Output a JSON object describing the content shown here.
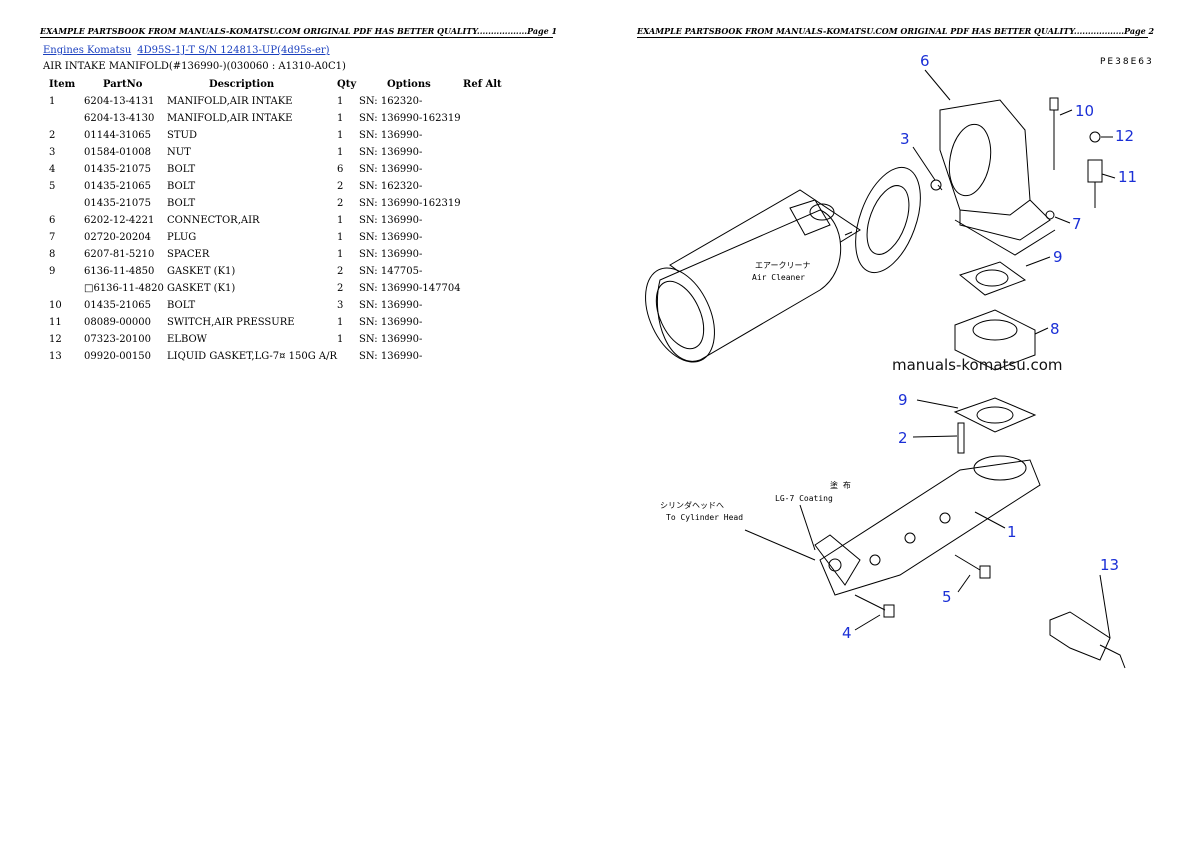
{
  "header": {
    "page1": "EXAMPLE PARTSBOOK FROM MANUALS-KOMATSU.COM ORIGINAL PDF HAS BETTER QUALITY..................Page 1",
    "page2": "EXAMPLE PARTSBOOK FROM MANUALS-KOMATSU.COM ORIGINAL PDF HAS BETTER QUALITY..................Page 2"
  },
  "breadcrumb": {
    "link1": "Engines Komatsu",
    "link2": "4D95S-1J-T S/N 124813-UP(4d95s-er)"
  },
  "subtitle": "AIR INTAKE MANIFOLD(#136990-)(030060 : A1310-A0C1)",
  "table": {
    "headers": {
      "item": "Item",
      "partno": "PartNo",
      "description": "Description",
      "qty": "Qty",
      "options": "Options",
      "ref": "Ref Alt"
    },
    "rows": [
      {
        "item": "1",
        "partno": "6204-13-4131",
        "description": "MANIFOLD,AIR INTAKE",
        "qty": "1",
        "options": "SN: 162320-",
        "ref": ""
      },
      {
        "item": "",
        "partno": "6204-13-4130",
        "description": "MANIFOLD,AIR INTAKE",
        "qty": "1",
        "options": "SN: 136990-162319",
        "ref": ""
      },
      {
        "item": "2",
        "partno": "01144-31065",
        "description": "STUD",
        "qty": "1",
        "options": "SN: 136990-",
        "ref": ""
      },
      {
        "item": "3",
        "partno": "01584-01008",
        "description": "NUT",
        "qty": "1",
        "options": "SN: 136990-",
        "ref": ""
      },
      {
        "item": "4",
        "partno": "01435-21075",
        "description": "BOLT",
        "qty": "6",
        "options": "SN: 136990-",
        "ref": ""
      },
      {
        "item": "5",
        "partno": "01435-21065",
        "description": "BOLT",
        "qty": "2",
        "options": "SN: 162320-",
        "ref": ""
      },
      {
        "item": "",
        "partno": "01435-21075",
        "description": "BOLT",
        "qty": "2",
        "options": "SN: 136990-162319",
        "ref": ""
      },
      {
        "item": "6",
        "partno": "6202-12-4221",
        "description": "CONNECTOR,AIR",
        "qty": "1",
        "options": "SN: 136990-",
        "ref": ""
      },
      {
        "item": "7",
        "partno": "02720-20204",
        "description": "PLUG",
        "qty": "1",
        "options": "SN: 136990-",
        "ref": ""
      },
      {
        "item": "8",
        "partno": "6207-81-5210",
        "description": "SPACER",
        "qty": "1",
        "options": "SN: 136990-",
        "ref": ""
      },
      {
        "item": "9",
        "partno": "6136-11-4850",
        "description": "GASKET (K1)",
        "qty": "2",
        "options": "SN: 147705-",
        "ref": ""
      },
      {
        "item": "",
        "partno": "□6136-11-4820",
        "description": "GASKET (K1)",
        "qty": "2",
        "options": "SN: 136990-147704",
        "ref": ""
      },
      {
        "item": "10",
        "partno": "01435-21065",
        "description": "BOLT",
        "qty": "3",
        "options": "SN: 136990-",
        "ref": ""
      },
      {
        "item": "11",
        "partno": "08089-00000",
        "description": "SWITCH,AIR PRESSURE",
        "qty": "1",
        "options": "SN: 136990-",
        "ref": ""
      },
      {
        "item": "12",
        "partno": "07323-20100",
        "description": "ELBOW",
        "qty": "1",
        "options": "SN: 136990-",
        "ref": ""
      },
      {
        "item": "13",
        "partno": "09920-00150",
        "description": "LIQUID GASKET,LG-7¤ 150G A/R",
        "qty": "",
        "options": "SN: 136990-",
        "ref": ""
      }
    ]
  },
  "diagram": {
    "code": "PE38E63",
    "watermark": "manuals-komatsu.com",
    "label_air_cleaner_jp": "エアークリーナ",
    "label_air_cleaner": "Air Cleaner",
    "label_cylinder_jp": "シリンダヘッドへ",
    "label_cylinder": "To Cylinder Head",
    "label_coating_jp": "塗 布",
    "label_coating": "LG-7 Coating",
    "callouts": [
      "1",
      "2",
      "3",
      "4",
      "5",
      "6",
      "7",
      "8",
      "9",
      "9",
      "10",
      "11",
      "12",
      "13"
    ],
    "accent_color": "#1a2fd6"
  }
}
